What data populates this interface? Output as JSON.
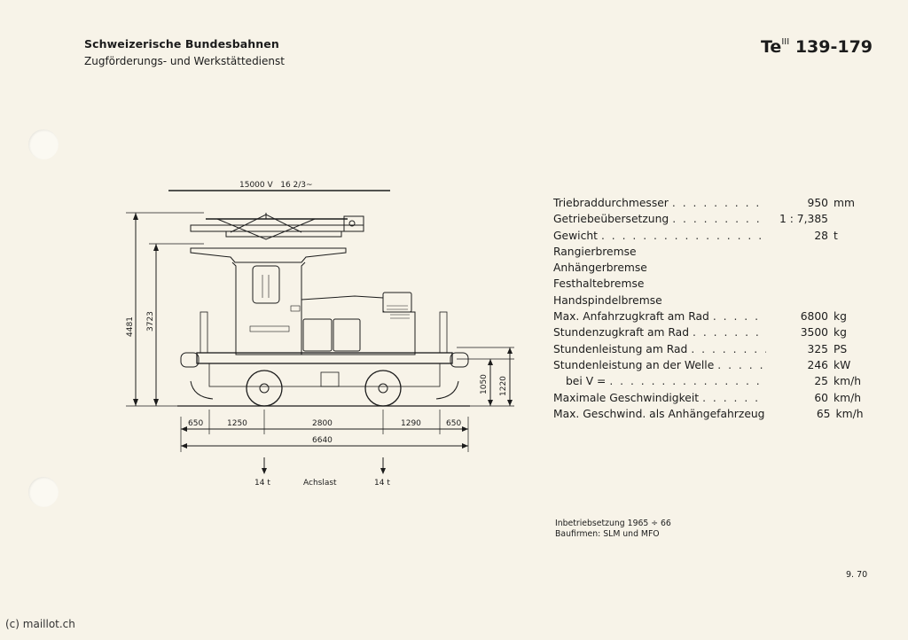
{
  "header": {
    "organization": "Schweizerische Bundesbahnen",
    "department": "Zugförderungs- und Werkstättedienst",
    "class_prefix": "Te",
    "class_superscript": "III",
    "class_numbers": "139-179"
  },
  "drawing": {
    "power_supply": "15000 V   16 2/3~",
    "height_total": "4481",
    "height_body": "3723",
    "buffer_height": "1050",
    "coupler_height": "1220",
    "lengths": [
      "650",
      "1250",
      "2800",
      "1290",
      "650"
    ],
    "overall_length": "6640",
    "axle_load_left": "14 t",
    "axle_load_label": "Achslast",
    "axle_load_right": "14 t"
  },
  "specs": [
    {
      "label": "Triebraddurchmesser",
      "value": "950",
      "unit": "mm"
    },
    {
      "label": "Getriebeübersetzung",
      "value": "1 : 7,385",
      "unit": ""
    },
    {
      "label": "Gewicht",
      "value": "28",
      "unit": "t"
    },
    {
      "label": "Rangierbremse",
      "value": "",
      "unit": ""
    },
    {
      "label": "Anhängerbremse",
      "value": "",
      "unit": ""
    },
    {
      "label": "Festhaltebremse",
      "value": "",
      "unit": ""
    },
    {
      "label": "Handspindelbremse",
      "value": "",
      "unit": ""
    },
    {
      "label": "Max. Anfahrzugkraft am Rad",
      "value": "6800",
      "unit": "kg"
    },
    {
      "label": "Stundenzugkraft am Rad",
      "value": "3500",
      "unit": "kg"
    },
    {
      "label": "Stundenleistung am Rad",
      "value": "325",
      "unit": "PS"
    },
    {
      "label": "Stundenleistung an der Welle",
      "value": "246",
      "unit": "kW"
    },
    {
      "label": "bei V =",
      "value": "25",
      "unit": "km/h"
    },
    {
      "label": "Maximale Geschwindigkeit",
      "value": "60",
      "unit": "km/h"
    },
    {
      "label": "Max. Geschwind. als Anhängefahrzeug",
      "value": "65",
      "unit": "km/h"
    }
  ],
  "footnote": {
    "line1": "Inbetriebsetzung  1965 ÷ 66",
    "line2": "Baufirmen:  SLM  und  MFO"
  },
  "date": "9. 70",
  "copyright": "(c) maillot.ch"
}
